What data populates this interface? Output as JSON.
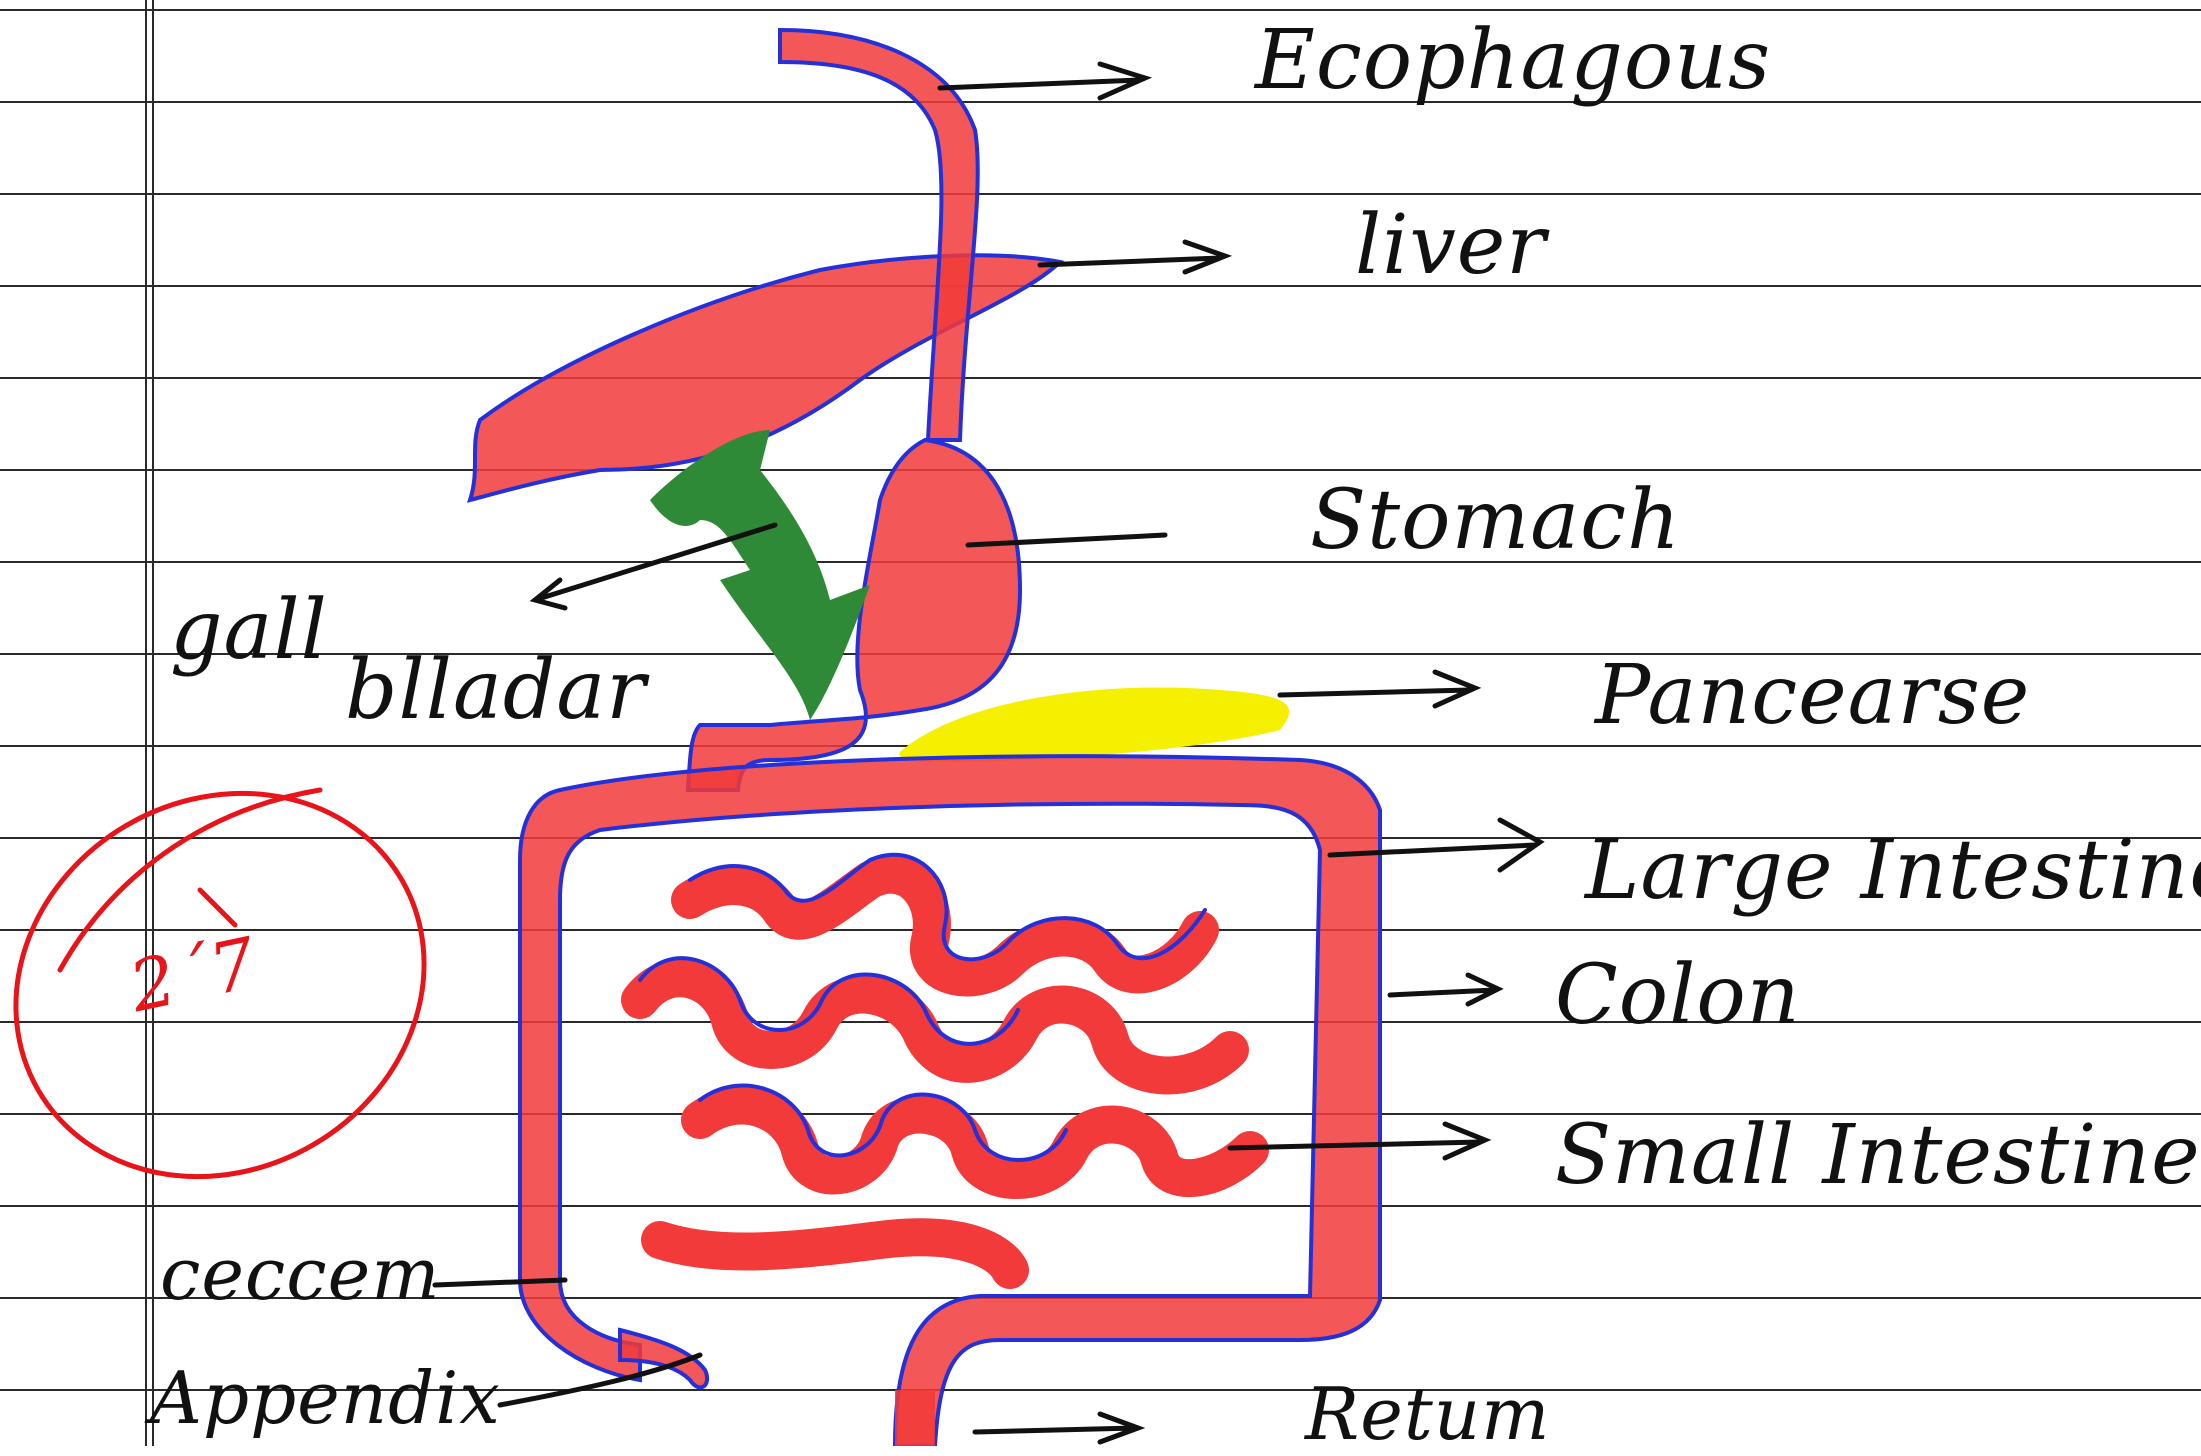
{
  "labels": {
    "esophagus": "Ecophagous",
    "liver": "liver",
    "stomach": "Stomach",
    "gall_bladder_1": "gall",
    "gall_bladder_2": "blladar",
    "pancreas": "Pancearse",
    "large_intestine": "Large Intestine",
    "colon": "Colon",
    "small_intestine": "Small Intestine",
    "cecum": "ceccem",
    "appendix": "Appendix",
    "rectum": "Retum"
  },
  "annotation": {
    "doodle_text": "2´7"
  },
  "colors": {
    "organ_red": "#f23a3a",
    "organ_outline": "#2430d8",
    "gall_bladder": "#2e7d32",
    "pancreas": "#f5f000",
    "ink": "#111111",
    "annotation_red": "#e8141a",
    "ruled_line": "#2a2a2a"
  }
}
